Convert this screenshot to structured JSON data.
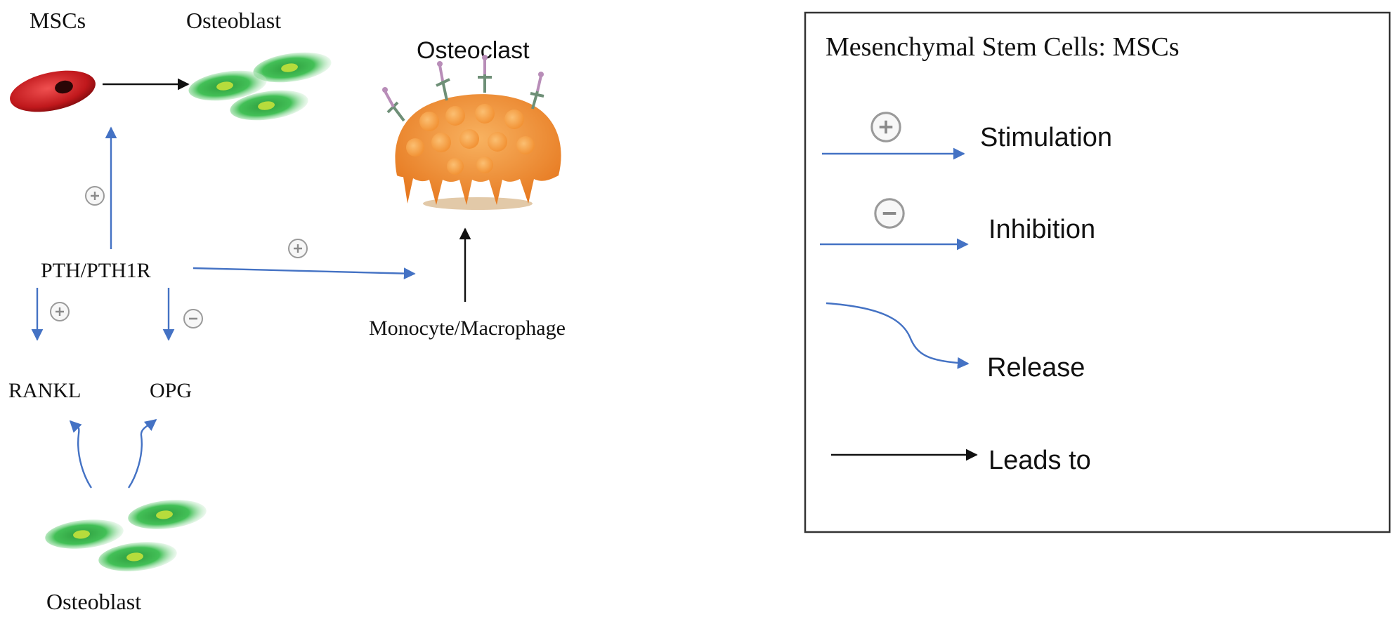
{
  "diagram": {
    "labels": {
      "mscs": "MSCs",
      "osteoblast_top": "Osteoblast",
      "osteoclast": "Osteoclast",
      "pth": "PTH/PTH1R",
      "rankl": "RANKL",
      "opg": "OPG",
      "monocyte": "Monocyte/Macrophage",
      "osteoblast_bottom": "Osteoblast"
    },
    "signs": {
      "plus": "+",
      "minus": "−"
    }
  },
  "legend": {
    "title": "Mesenchymal Stem Cells:   MSCs",
    "items": [
      {
        "label": "Stimulation",
        "sign": "+"
      },
      {
        "label": "Inhibition",
        "sign": "−"
      },
      {
        "label": "Release"
      },
      {
        "label": "Leads to"
      }
    ]
  },
  "colors": {
    "blue_arrow": "#4472c4",
    "black_arrow": "#111111",
    "msc_red": "#c0181c",
    "osteoblast_green": "#35b84a",
    "osteoclast_orange": "#f0923a",
    "sign_gray": "#8a8a8a"
  }
}
